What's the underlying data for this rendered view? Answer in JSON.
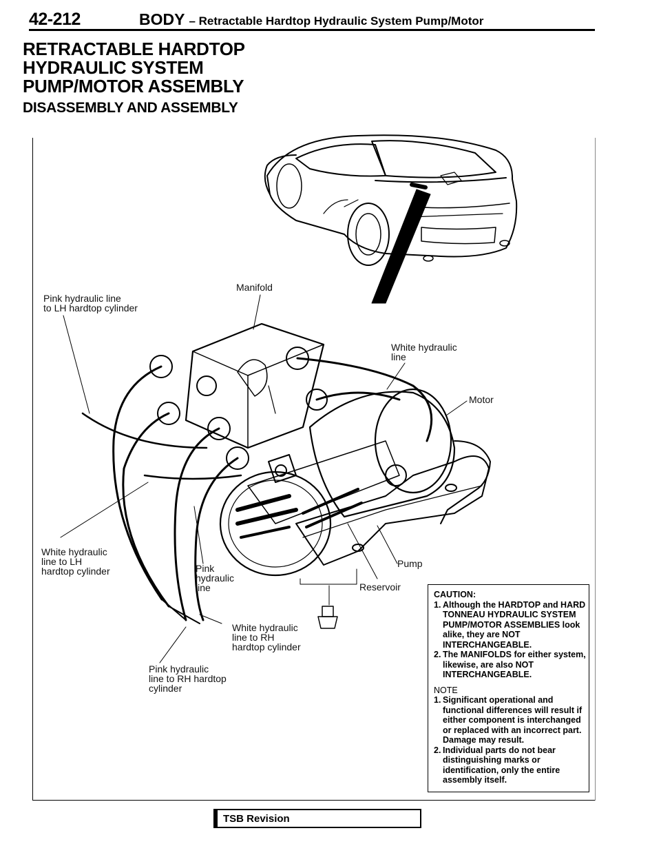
{
  "header": {
    "page_number": "42-212",
    "section": "BODY",
    "subtitle": "– Retractable Hardtop Hydraulic System Pump/Motor"
  },
  "title": {
    "line1": "RETRACTABLE HARDTOP",
    "line2": "HYDRAULIC SYSTEM",
    "line3": "PUMP/MOTOR ASSEMBLY"
  },
  "subtitle": "DISASSEMBLY AND ASSEMBLY",
  "labels": {
    "pink_lh": [
      "Pink hydraulic line",
      "to LH hardtop cylinder"
    ],
    "manifold": "Manifold",
    "white_line": [
      "White hydraulic",
      "line"
    ],
    "motor": "Motor",
    "white_lh": [
      "White hydraulic",
      "line to LH",
      "hardtop cylinder"
    ],
    "pink_line": [
      "Pink",
      "hydraulic",
      "line"
    ],
    "pump": "Pump",
    "reservoir": "Reservoir",
    "white_rh": [
      "White hydraulic",
      "line to RH",
      "hardtop cylinder"
    ],
    "pink_rh": [
      "Pink hydraulic",
      "line to RH hardtop",
      "cylinder"
    ]
  },
  "caution": {
    "heading": "CAUTION:",
    "items": [
      {
        "num": "1.",
        "text": "Although the HARDTOP and HARD TONNEAU HYDRAULIC SYSTEM PUMP/MOTOR ASSEMBLIES look alike, they are NOT INTERCHANGEABLE."
      },
      {
        "num": "2.",
        "text": "The MANIFOLDS for either system, likewise, are also NOT INTERCHANGEABLE."
      }
    ],
    "note_heading": "NOTE",
    "notes": [
      {
        "num": "1.",
        "text": "Significant operational and functional differences will result if either component is interchanged or replaced with an incorrect part. Damage may result."
      },
      {
        "num": "2.",
        "text": "Individual parts do not bear distinguishing marks or identification, only the entire assembly itself."
      }
    ]
  },
  "footer": {
    "tsb_label": "TSB Revision"
  }
}
